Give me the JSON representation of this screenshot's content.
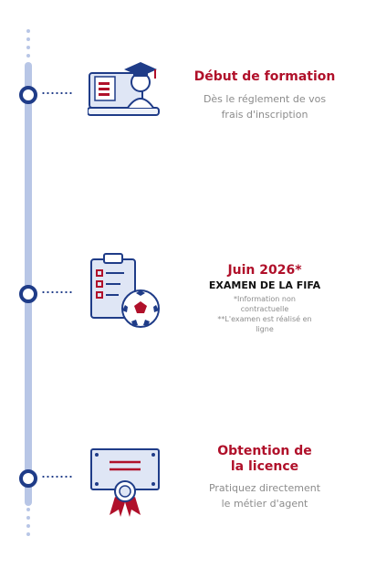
{
  "steps": [
    {
      "title": "Début de formation",
      "description": [
        "Dès le réglement de vos",
        "frais d'inscription"
      ],
      "icon": "graduation-book-icon"
    },
    {
      "title": "Juin 2026*",
      "subtitle": "EXAMEN DE LA FIFA",
      "notes": [
        "*Information non",
        "contractuelle",
        "**L'examen est réalisé en",
        "ligne"
      ],
      "icon": "clipboard-football-icon"
    },
    {
      "title": [
        "Obtention de",
        "la licence"
      ],
      "description": [
        "Pratiquez directement",
        "le métier d'agent"
      ],
      "icon": "certificate-icon"
    }
  ],
  "colors": {
    "accent": "#b0102a",
    "timeline": "#b8c6e6",
    "node": "#1f3c88",
    "muted": "#8c8c8c"
  }
}
